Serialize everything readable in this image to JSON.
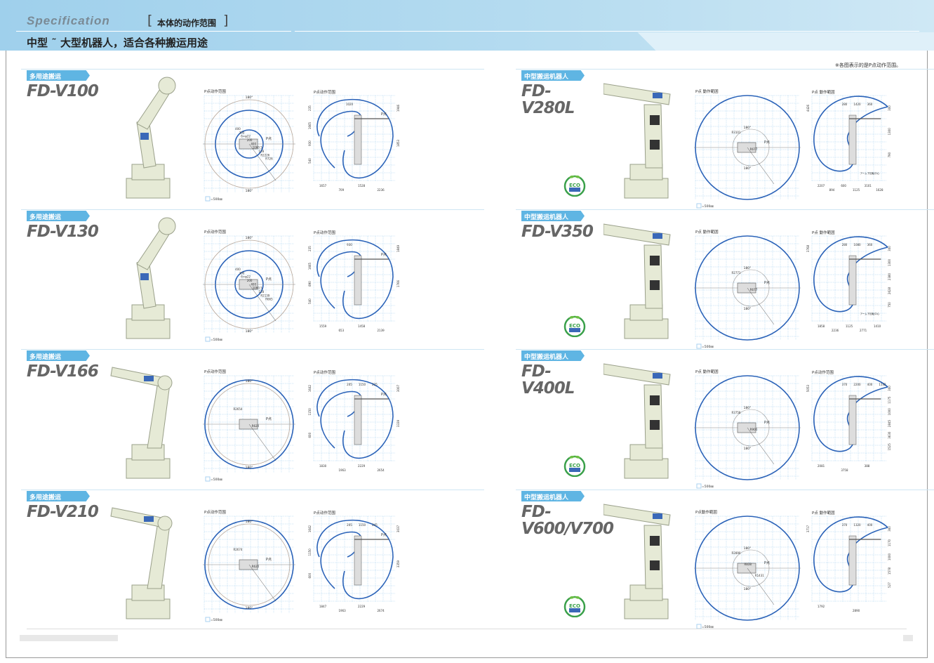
{
  "header": {
    "spec_label": "Specification",
    "bracket_open": "[",
    "subtitle": "本体的动作范围",
    "bracket_close": "]",
    "headline": "中型 ˜ 大型机器人，适合各种搬运用途",
    "note": "※各图表示的是P点动作范围。"
  },
  "colors": {
    "accent": "#5fb5e3",
    "arc": "#2a62b8",
    "grid": "#a9d2f0",
    "band": "#9fd0ec"
  },
  "sections": [
    {
      "tag": "多用途搬运",
      "model": "FD-V100",
      "top_title": "P点动作范围",
      "side_title": "P点动作范围",
      "legend": "=500㎜",
      "p_label": "P点",
      "top_dims": [
        "180°",
        "180°",
        "400",
        "300",
        "6×φ22",
        "200",
        "400",
        "1060.5",
        "128",
        "R2226",
        "R726"
      ],
      "side_dims": {
        "top": [
          "1020"
        ],
        "right": [
          "1946",
          "1853"
        ],
        "left": [
          "235",
          "1665",
          "930",
          "540"
        ],
        "bottom": [
          "1657",
          "709",
          "1528",
          "2236"
        ]
      }
    },
    {
      "tag": "多用途搬运",
      "model": "FD-V130",
      "top_title": "P点动作范围",
      "side_title": "P点动作范围",
      "legend": "=500㎜",
      "p_label": "P点",
      "top_dims": [
        "180°",
        "180°",
        "400",
        "300",
        "6×φ22",
        "200",
        "400",
        "1060.5",
        "128",
        "R2139",
        "R665"
      ],
      "side_dims": {
        "top": [
          "930"
        ],
        "right": [
          "1849",
          "1766"
        ],
        "left": [
          "235",
          "1665",
          "890",
          "540"
        ],
        "bottom": [
          "1559",
          "653",
          "1458",
          "2139"
        ]
      }
    },
    {
      "tag": "多用途搬运",
      "model": "FD-V166",
      "top_title": "P点动作范围",
      "side_title": "P点动作范围",
      "legend": "=500㎜",
      "p_label": "P点",
      "top_dims": [
        "180°",
        "180°",
        "R2654",
        "R620"
      ],
      "side_dims": {
        "top": [
          "205",
          "1150",
          "225"
        ],
        "right": [
          "3007",
          "3339"
        ],
        "left": [
          "1642",
          "1150",
          "600"
        ],
        "bottom": [
          "1830",
          "1963",
          "2229",
          "2654"
        ]
      }
    },
    {
      "tag": "多用途搬运",
      "model": "FD-V210",
      "top_title": "P点动作范围",
      "side_title": "P点动作范围",
      "legend": "=500㎜",
      "p_label": "P点",
      "top_dims": [
        "180°",
        "180°",
        "R2674",
        "R620"
      ],
      "side_dims": {
        "top": [
          "205",
          "1150",
          "245"
        ],
        "right": [
          "3037",
          "3359"
        ],
        "left": [
          "1642",
          "1150",
          "600"
        ],
        "bottom": [
          "1847",
          "1963",
          "2229",
          "2674"
        ]
      }
    },
    {
      "tag": "中型搬运机器人",
      "model": "FD-V280L",
      "top_title": "P点 動作範囲",
      "side_title": "P点 動作範囲",
      "legend": "=500㎜",
      "p_label": "P点",
      "eco": "ECO",
      "top_dims": [
        "180°",
        "180°",
        "R3101",
        "R677"
      ],
      "side_dims": {
        "top": [
          "280",
          "1420",
          "360"
        ],
        "right": [
          "300",
          "1300",
          "790"
        ],
        "left": [
          "4426"
        ],
        "bottom": [
          "2207",
          "894",
          "600",
          "1125",
          "3101",
          "1628"
        ],
        "note": "アーム下回転中心"
      }
    },
    {
      "tag": "中型搬运机器人",
      "model": "FD-V350",
      "top_title": "P点 動作範囲",
      "side_title": "P点 動作範囲",
      "legend": "=500㎜",
      "p_label": "P点",
      "eco": "ECO",
      "top_dims": [
        "180°",
        "180°",
        "R2771",
        "R677"
      ],
      "side_dims": {
        "top": [
          "280",
          "1080",
          "360"
        ],
        "right": [
          "300",
          "1300",
          "2380",
          "2628",
          "750"
        ],
        "left": [
          "3768"
        ],
        "bottom": [
          "1858",
          "2236",
          "1125",
          "2771",
          "1410"
        ],
        "note": "アーム下回転中心"
      }
    },
    {
      "tag": "中型搬运机器人",
      "model": "FD-V400L",
      "top_title": "P点 動作範囲",
      "side_title": "P点动作范围",
      "legend": "=500㎜",
      "p_label": "P点",
      "eco": "ECO",
      "top_dims": [
        "180°",
        "180°",
        "R3758",
        "R900"
      ],
      "side_dims": {
        "top": [
          "370",
          "2200",
          "400",
          "1142"
        ],
        "right": [
          "300",
          "1175",
          "1000",
          "2845",
          "3630",
          "1525"
        ],
        "left": [
          "5053"
        ],
        "bottom": [
          "2081",
          "3758",
          "388"
        ]
      }
    },
    {
      "tag": "中型搬运机器人",
      "model": "FD-V600/V700",
      "top_title": "P点動作範囲",
      "side_title": "P点 動作範囲",
      "legend": "=500㎜",
      "p_label": "P点",
      "eco": "ECO",
      "top_dims": [
        "180°",
        "180°",
        "R2890",
        "R838",
        "R1431"
      ],
      "side_dims": {
        "top": [
          "370",
          "1320",
          "400"
        ],
        "right": [
          "360",
          "1170",
          "1000",
          "1578",
          "527"
        ],
        "left": [
          "3717"
        ],
        "bottom": [
          "1792",
          "2890"
        ]
      }
    }
  ]
}
